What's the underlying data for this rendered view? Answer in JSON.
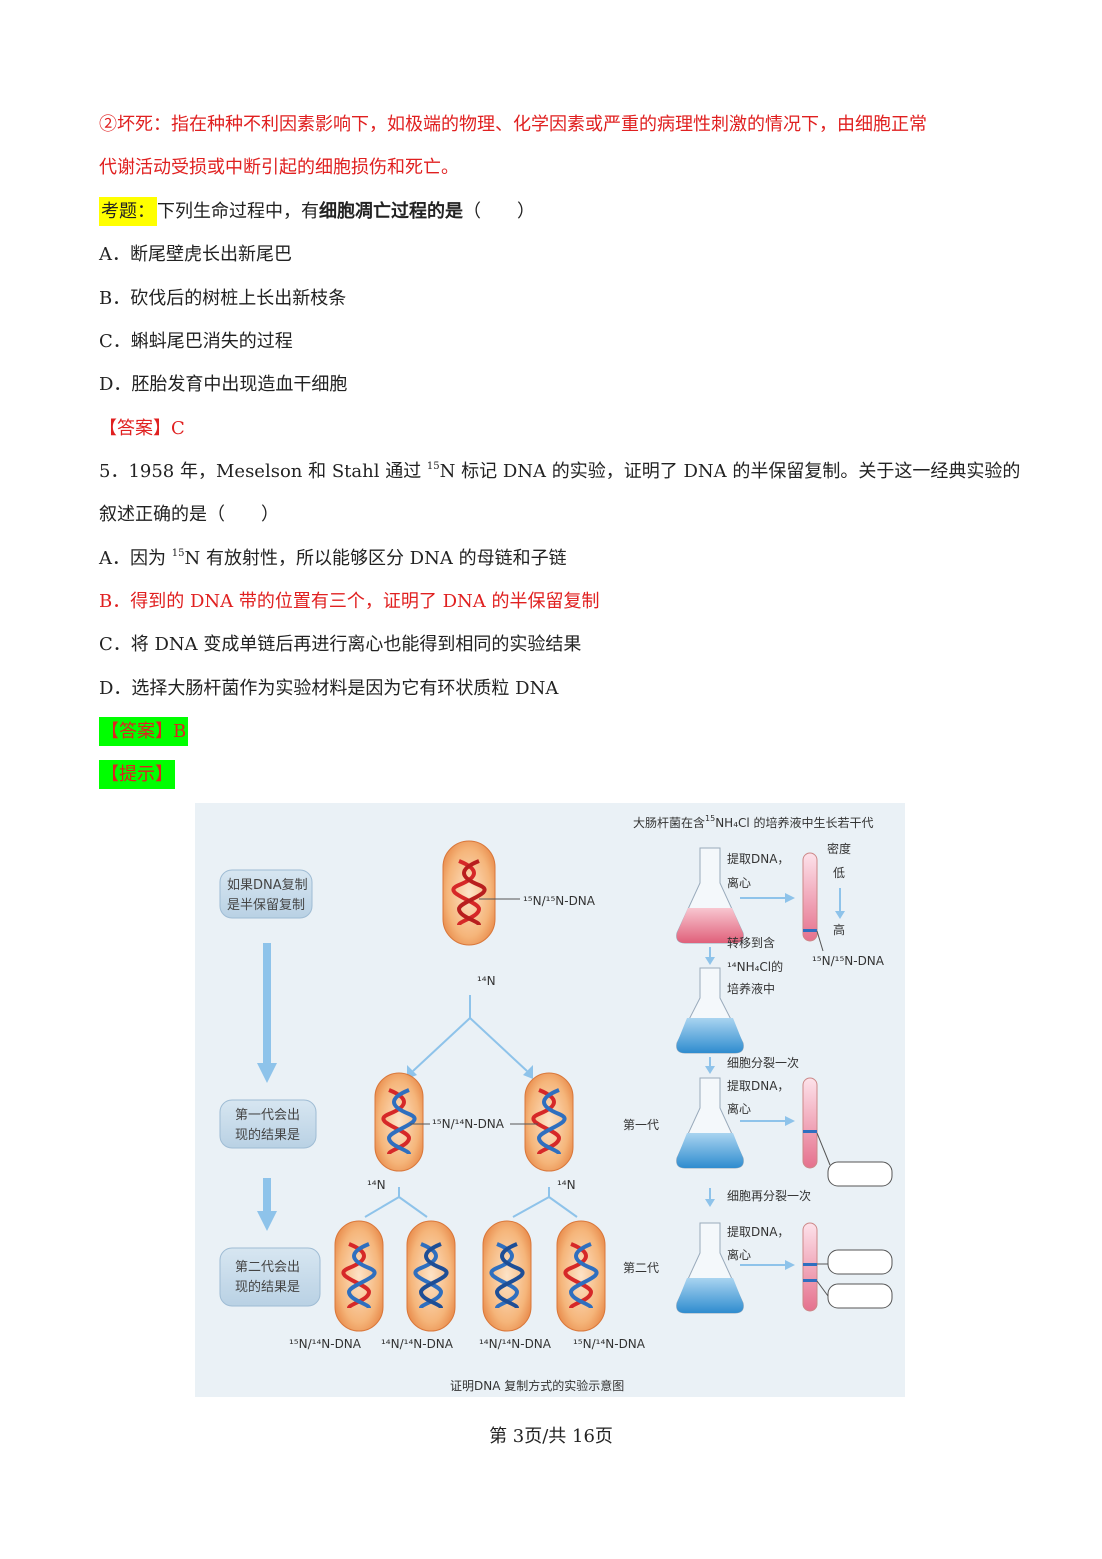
{
  "paragraph_necrosis": {
    "line1": "②坏死：指在种种不利因素影响下，如极端的物理、化学因素或严重的病理性刺激的情况下，由细胞正常",
    "line2": "代谢活动受损或中断引起的细胞损伤和死亡。"
  },
  "q_example": {
    "tag": "考题：",
    "stem_pre": "下列生命过程中，有",
    "stem_bold": "细胞凋亡过程的是",
    "paren": "（　　）",
    "options": [
      "A．断尾壁虎长出新尾巴",
      "B．砍伐后的树桩上长出新枝条",
      "C．蝌蚪尾巴消失的过程",
      "D．胚胎发育中出现造血干细胞"
    ],
    "answer": "【答案】C"
  },
  "q5": {
    "line1_pre": "5．1958 年，Meselson 和 Stahl 通过 ",
    "sup1": "15",
    "line1_post": "N 标记 DNA 的实验，证明了 DNA 的半保留复制。关于这一经典实验的",
    "line2": "叙述正确的是（　　）",
    "optA_pre": "A．因为 ",
    "optA_sup": "15",
    "optA_post": "N 有放射性，所以能够区分 DNA 的母链和子链",
    "optB": "B．得到的 DNA 带的位置有三个，证明了 DNA 的半保留复制",
    "optC": "C．将 DNA 变成单链后再进行离心也能得到相同的实验结果",
    "optD": "D．选择大肠杆菌作为实验材料是因为它有环状质粒 DNA",
    "answer": "【答案】B",
    "hint": "【提示】"
  },
  "figure": {
    "header_pre": "大肠杆菌在含",
    "header_sup": "15",
    "header_post": "NH₄Cl 的培养液中生长若干代",
    "box1_l1": "如果DNA复制",
    "box1_l2": "是半保留复制",
    "box2_l1": "第一代会出",
    "box2_l2": "现的结果是",
    "box3_l1": "第二代会出",
    "box3_l2": "现的结果是",
    "parent_label": "¹⁵N/¹⁵N-DNA",
    "n14_a": "¹⁴N",
    "n14_b": "¹⁴N",
    "n14_c": "¹⁴N",
    "gen1_label": "¹⁵N/¹⁴N-DNA",
    "gen2_labels": [
      "¹⁵N/¹⁴N-DNA",
      "¹⁴N/¹⁴N-DNA",
      "¹⁴N/¹⁴N-DNA",
      "¹⁵N/¹⁴N-DNA"
    ],
    "extract1_l1": "提取DNA，",
    "extract1_l2": "离心",
    "density": "密度",
    "low": "低",
    "high": "高",
    "tube1_label": "¹⁵N/¹⁵N-DNA",
    "transfer_l1": "转移到含",
    "transfer_l2": "¹⁴NH₄Cl的",
    "transfer_l3": "培养液中",
    "divide1": "细胞分裂一次",
    "extract2_l1": "提取DNA，",
    "extract2_l2": "离心",
    "gen1": "第一代",
    "divide2": "细胞再分裂一次",
    "extract3_l1": "提取DNA，",
    "extract3_l2": "离心",
    "gen2": "第二代",
    "caption": "证明DNA 复制方式的实验示意图"
  },
  "footer": "第 3页/共 16页",
  "colors": {
    "red": "#e02020",
    "yellow_highlight": "#ffff00",
    "green_highlight": "#00ff00"
  }
}
